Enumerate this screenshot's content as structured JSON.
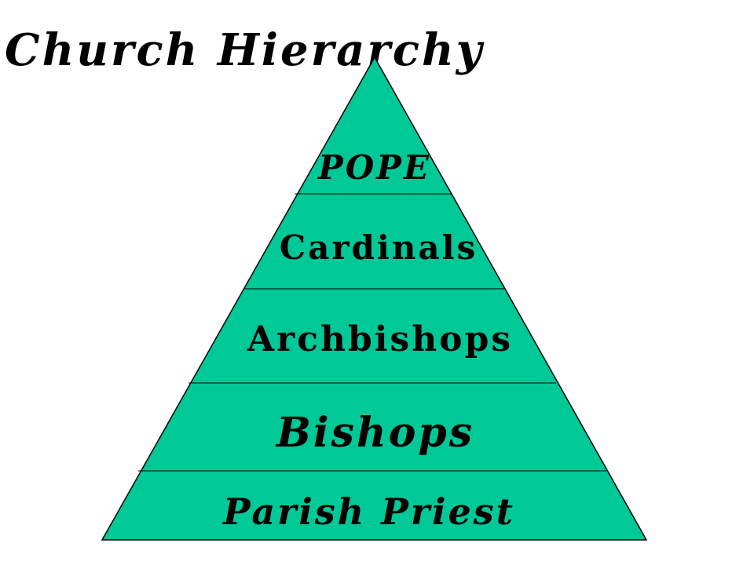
{
  "title": "Church Hierarchy",
  "colors": {
    "fill": "#00C896",
    "stroke": "#000000"
  },
  "tiers": [
    {
      "label": "POPE"
    },
    {
      "label": "Cardinals"
    },
    {
      "label": "Archbishops"
    },
    {
      "label": "Bishops"
    },
    {
      "label": "Parish Priest"
    }
  ]
}
